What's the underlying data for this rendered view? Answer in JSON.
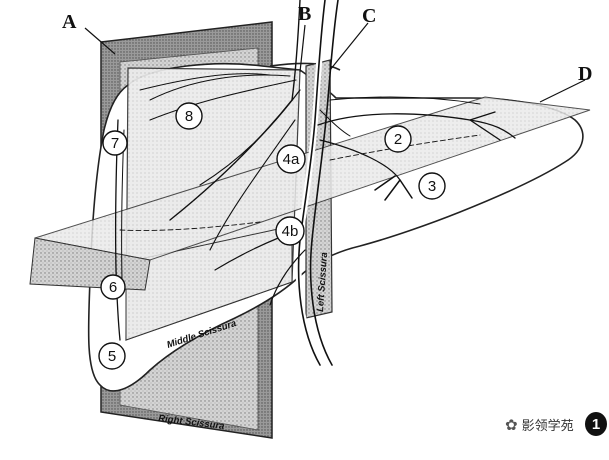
{
  "labels": {
    "A": "A",
    "B": "B",
    "C": "C",
    "D": "D"
  },
  "segments": {
    "s2": "2",
    "s3": "3",
    "s4a": "4a",
    "s4b": "4b",
    "s5": "5",
    "s6": "6",
    "s7": "7",
    "s8": "8"
  },
  "scissurae": {
    "middle": "Middle Scissura",
    "right": "Right Scissura",
    "left": "Left Scissura"
  },
  "watermark": {
    "text": "影领学苑"
  },
  "page_number": "1"
}
